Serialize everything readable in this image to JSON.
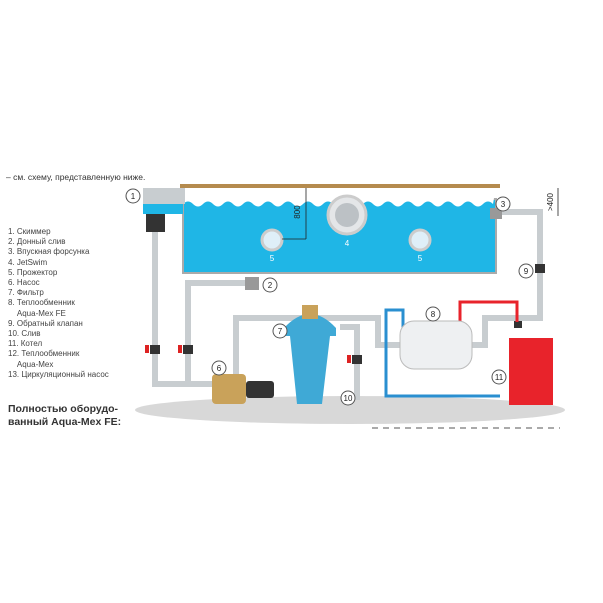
{
  "intro_text": "– см. схему, представленную ниже.",
  "legend": [
    "1. Скиммер",
    "2. Донный слив",
    "3. Впускная форсунка",
    "4. JetSwim",
    "5. Прожектор",
    "6. Насос",
    "7. Фильтр",
    "8. Теплообменник\n    Aqua-Mex FE",
    "9. Обратный клапан",
    "10. Слив",
    "11. Котел",
    "12. Теплообменник\n    Aqua-Mex",
    "13. Циркуляционный насос"
  ],
  "caption": "Полностью оборудо-ванный Aqua-Mex FE:",
  "diagram": {
    "markers": [
      "1",
      "2",
      "3",
      "4",
      "5",
      "5",
      "6",
      "7",
      "8",
      "9",
      "10",
      "11"
    ],
    "dim_depth": "800",
    "dim_inlet": ">400"
  },
  "colors": {
    "water": "#1fb6e6",
    "pipe": "#c8cdd0",
    "boiler": "#e8232b",
    "hot_line": "#e8232b",
    "cold_line": "#2a8fd0",
    "filter": "#3fa9d6",
    "pump": "#c9a25a"
  }
}
